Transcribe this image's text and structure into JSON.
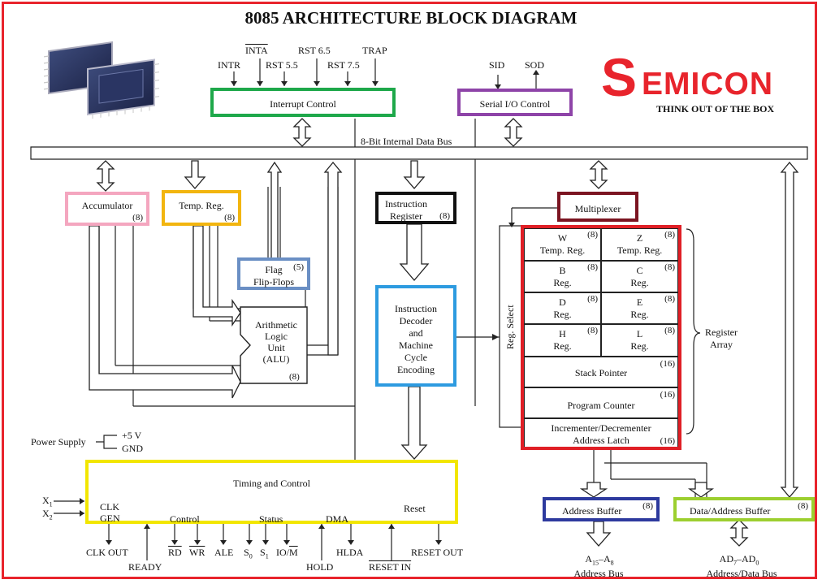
{
  "title": "8085 ARCHITECTURE BLOCK DIAGRAM",
  "logo": {
    "brand_initial": "S",
    "brand_rest": "EMICON",
    "tagline": "THINK OUT OF THE BOX"
  },
  "colors": {
    "frame": "#e8242c",
    "interrupt": "#1ea84a",
    "serial": "#8e44a8",
    "accumulator": "#f4a6bf",
    "temp": "#f2b50f",
    "instr_reg": "#111111",
    "decoder": "#2d9be0",
    "multiplexer": "#7b1421",
    "register_array": "#e01f26",
    "flag": "#6a8fc4",
    "timing": "#f2e600",
    "addr_buffer": "#2d3a9e",
    "data_buffer": "#9ccf2f"
  },
  "interrupt": {
    "label": "Interrupt Control",
    "inputs": {
      "intr": "INTR",
      "inta": "INTA",
      "rst55": "RST 5.5",
      "rst65": "RST 6.5",
      "rst75": "RST 7.5",
      "trap": "TRAP"
    }
  },
  "serial": {
    "label": "Serial I/O Control",
    "sid": "SID",
    "sod": "SOD"
  },
  "bus_label": "8-Bit Internal Data Bus",
  "accumulator": {
    "label": "Accumulator",
    "bits": "(8)"
  },
  "temp_reg": {
    "label": "Temp. Reg.",
    "bits": "(8)"
  },
  "flag": {
    "line1": "Flag",
    "line2": "Flip-Flops",
    "bits": "(5)"
  },
  "alu": {
    "l1": "Arithmetic",
    "l2": "Logic",
    "l3": "Unit",
    "l4": "(ALU)",
    "bits": "(8)"
  },
  "instr_reg": {
    "l1": "Instruction",
    "l2": "Register",
    "bits": "(8)"
  },
  "decoder": {
    "l1": "Instruction",
    "l2": "Decoder",
    "l3": "and",
    "l4": "Machine",
    "l5": "Cycle",
    "l6": "Encoding"
  },
  "multiplexer": {
    "label": "Multiplexer"
  },
  "register_array": {
    "label1": "Register",
    "label2": "Array",
    "reg_select": "Reg. Select",
    "w": {
      "n": "W",
      "t": "Temp. Reg.",
      "b": "(8)"
    },
    "z": {
      "n": "Z",
      "t": "Temp. Reg.",
      "b": "(8)"
    },
    "b": {
      "n": "B",
      "t": "Reg.",
      "b": "(8)"
    },
    "c": {
      "n": "C",
      "t": "Reg.",
      "b": "(8)"
    },
    "d": {
      "n": "D",
      "t": "Reg.",
      "b": "(8)"
    },
    "e": {
      "n": "E",
      "t": "Reg.",
      "b": "(8)"
    },
    "h": {
      "n": "H",
      "t": "Reg.",
      "b": "(8)"
    },
    "l": {
      "n": "L",
      "t": "Reg.",
      "b": "(8)"
    },
    "sp": {
      "label": "Stack Pointer",
      "bits": "(16)"
    },
    "pc": {
      "label": "Program Counter",
      "bits": "(16)"
    },
    "inc": {
      "l1": "Incrementer/Decrementer",
      "l2": "Address Latch",
      "bits": "(16)"
    }
  },
  "power": {
    "label": "Power Supply",
    "v5": "+5 V",
    "gnd": "GND"
  },
  "timing": {
    "label": "Timing and Control",
    "clk": "CLK",
    "gen": "GEN",
    "control": "Control",
    "status": "Status",
    "dma": "DMA",
    "reset": "Reset",
    "x1": "X",
    "x1s": "1",
    "x2": "X",
    "x2s": "2"
  },
  "signals": {
    "clkout": "CLK OUT",
    "ready": "READY",
    "rd": "RD",
    "wr": "WR",
    "ale": "ALE",
    "s0": "S",
    "s0s": "0",
    "s1": "S",
    "s1s": "1",
    "iom": "IO/",
    "iom_m": "M",
    "hold": "HOLD",
    "hlda": "HLDA",
    "resetin": "RESET IN",
    "resetout": "RESET OUT"
  },
  "addr_buffer": {
    "label": "Address Buffer",
    "bits": "(8)",
    "bus1": "A",
    "bus1a": "15",
    "bus1b": "–A",
    "bus1c": "8",
    "bus2": "Address Bus"
  },
  "data_buffer": {
    "label": "Data/Address Buffer",
    "bits": "(8)",
    "bus1": "AD",
    "bus1a": "7",
    "bus1b": "–AD",
    "bus1c": "0",
    "bus2": "Address/Data Bus"
  }
}
